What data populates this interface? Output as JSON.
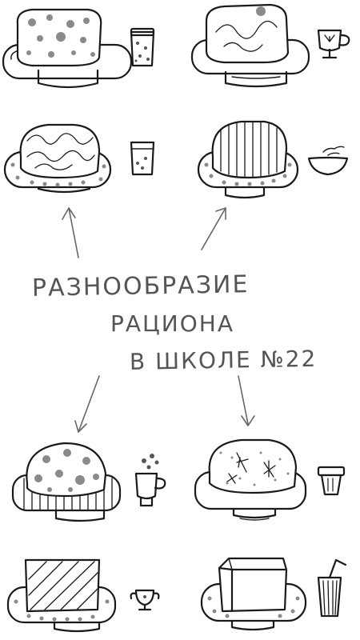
{
  "caption": {
    "line1": "РАЗНООБРАЗИЕ",
    "line2": "РАЦИОНА",
    "line3": "В ШКОЛЕ №22"
  },
  "colors": {
    "ink": "#1a1a1a",
    "pencil": "#555555",
    "dots": "#8a8a8a",
    "background": "#ffffff"
  },
  "meals": [
    {
      "dish": "cheese-block-with-holes",
      "drink": "glass-with-bubbles"
    },
    {
      "dish": "blanket-cake",
      "drink": "cup-with-flower"
    },
    {
      "dish": "marbled-cake",
      "drink": "glass-dotted"
    },
    {
      "dish": "striped-dome",
      "drink": "steaming-bowl"
    },
    {
      "dish": "spotted-dome",
      "drink": "cup-with-bubbles"
    },
    {
      "dish": "snowflake-dome",
      "drink": "small-cup"
    },
    {
      "dish": "striped-slab",
      "drink": "goblet"
    },
    {
      "dish": "cube-dish",
      "drink": "glass-with-straw"
    }
  ]
}
